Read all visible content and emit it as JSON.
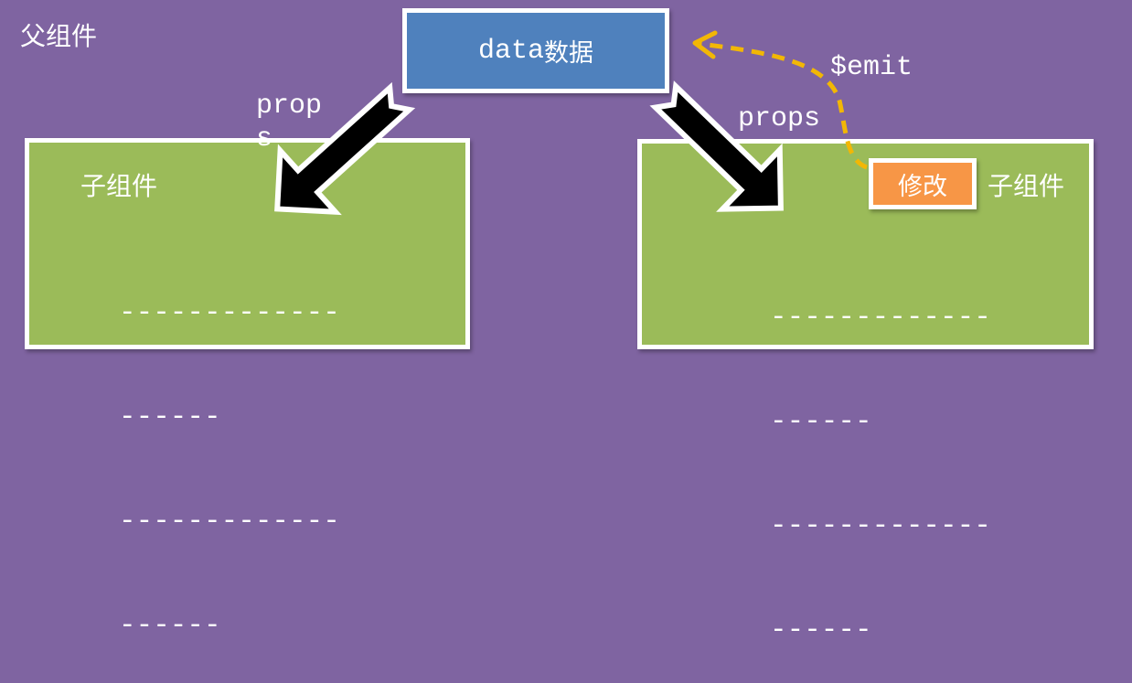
{
  "parent_label": "父组件",
  "data_box": {
    "prefix": "data",
    "label": "数据",
    "color": "#4f81bd"
  },
  "left_child": {
    "label": "子组件",
    "color": "#9bbb59",
    "lines": [
      "-------------",
      "------",
      "-------------",
      "------"
    ],
    "props_line1": "prop",
    "props_line2": "s"
  },
  "right_child": {
    "label": "子组件",
    "color": "#9bbb59",
    "lines": [
      "-------------",
      "------",
      "-------------",
      "------"
    ],
    "props": "props",
    "modify_button": "修改",
    "button_color": "#f79646"
  },
  "emit_label": "$emit",
  "emit_arrow_color": "#f2b705",
  "background_color": "#7f64a1"
}
